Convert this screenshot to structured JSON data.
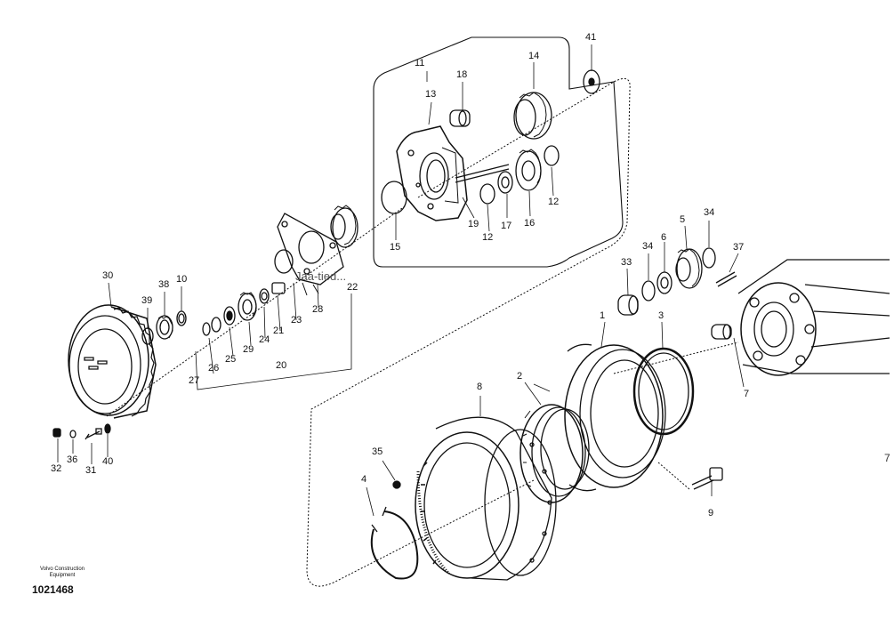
{
  "diagram": {
    "brand_line1": "Volvo Construction",
    "brand_line2": "Equipment",
    "drawing_number": "1021468",
    "edge_mark": "7",
    "overlay_text": "Jaa-tied...",
    "part_labels": [
      "1",
      "2",
      "3",
      "4",
      "5",
      "6",
      "7",
      "8",
      "9",
      "10",
      "11",
      "12",
      "12",
      "13",
      "14",
      "15",
      "16",
      "17",
      "18",
      "19",
      "20",
      "21",
      "22",
      "23",
      "24",
      "25",
      "26",
      "27",
      "28",
      "29",
      "30",
      "31",
      "32",
      "33",
      "34",
      "34",
      "35",
      "36",
      "37",
      "38",
      "39",
      "40",
      "41"
    ]
  }
}
